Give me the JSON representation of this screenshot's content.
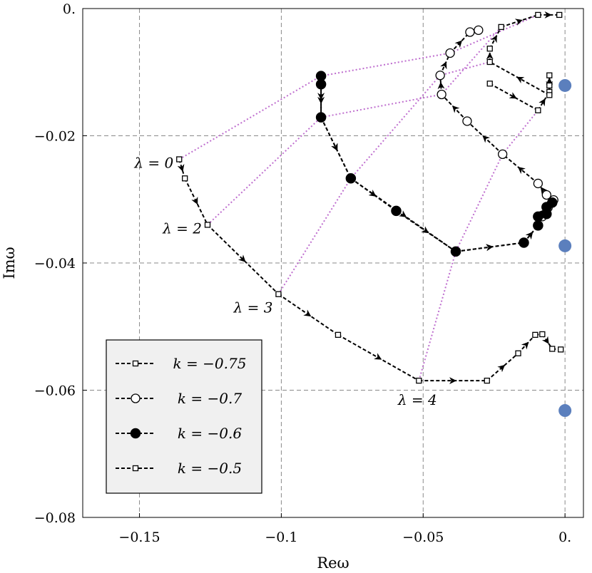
{
  "chart_data": {
    "type": "scatter",
    "xlabel": "Reω",
    "ylabel": "Imω",
    "xlim": [
      -0.17,
      0.0065
    ],
    "ylim": [
      -0.08,
      0.0
    ],
    "x_ticks": [
      -0.15,
      -0.1,
      -0.05,
      0.0
    ],
    "x_tick_labels": [
      "−0.15",
      "−0.1",
      "−0.05",
      "0."
    ],
    "y_ticks": [
      0.0,
      -0.02,
      -0.04,
      -0.06,
      -0.08
    ],
    "y_tick_labels": [
      "0.",
      "−0.02",
      "−0.04",
      "−0.06",
      "−0.08"
    ],
    "grid": true,
    "legend_position": "bottom-left",
    "colors": {
      "curve": "#000000",
      "connector": "#bf6fcf",
      "reference": "#5b7fbd",
      "legend_bg": "#f0f0f0"
    },
    "series": [
      {
        "name": "k = −0.75",
        "marker": "square-open",
        "points": [
          [
            -0.136,
            -0.0237
          ],
          [
            -0.134,
            -0.0267
          ],
          [
            -0.126,
            -0.034
          ],
          [
            -0.101,
            -0.0449
          ],
          [
            -0.08,
            -0.0513
          ],
          [
            -0.0515,
            -0.0585
          ],
          [
            -0.0275,
            -0.0585
          ],
          [
            -0.0165,
            -0.0542
          ],
          [
            -0.0105,
            -0.0513
          ],
          [
            -0.008,
            -0.0512
          ],
          [
            -0.0045,
            -0.0535
          ],
          [
            -0.0015,
            -0.0536
          ]
        ]
      },
      {
        "name": "k = −0.7",
        "marker": "circle-open",
        "points": [
          [
            -0.086,
            -0.0106
          ],
          [
            -0.086,
            -0.0171
          ],
          [
            -0.0755,
            -0.0267
          ],
          [
            -0.0385,
            -0.0382
          ],
          [
            -0.0145,
            -0.0368
          ],
          [
            -0.0095,
            -0.0341
          ],
          [
            -0.008,
            -0.0327
          ],
          [
            -0.006,
            -0.0313
          ],
          [
            -0.004,
            -0.0301
          ],
          [
            -0.0065,
            -0.0293
          ],
          [
            -0.0095,
            -0.0275
          ],
          [
            -0.022,
            -0.0229
          ],
          [
            -0.0345,
            -0.0177
          ],
          [
            -0.0435,
            -0.0135
          ],
          [
            -0.044,
            -0.0105
          ],
          [
            -0.0405,
            -0.007
          ],
          [
            -0.0335,
            -0.0037
          ],
          [
            -0.0305,
            -0.0034
          ]
        ]
      },
      {
        "name": "k = −0.6",
        "marker": "circle-filled",
        "points": [
          [
            -0.086,
            -0.0106
          ],
          [
            -0.086,
            -0.0119
          ],
          [
            -0.086,
            -0.0171
          ],
          [
            -0.0755,
            -0.0267
          ],
          [
            -0.0595,
            -0.0318
          ],
          [
            -0.0385,
            -0.0382
          ],
          [
            -0.0145,
            -0.0368
          ],
          [
            -0.0095,
            -0.0341
          ],
          [
            -0.0095,
            -0.0327
          ],
          [
            -0.0065,
            -0.0312
          ],
          [
            -0.0065,
            -0.0323
          ],
          [
            -0.0045,
            -0.0305
          ]
        ]
      },
      {
        "name": "k = −0.5",
        "marker": "square-open",
        "points": [
          [
            -0.0265,
            -0.0118
          ],
          [
            -0.0095,
            -0.016
          ],
          [
            -0.0055,
            -0.0131
          ],
          [
            -0.0055,
            -0.0121
          ],
          [
            -0.0055,
            -0.0105
          ],
          [
            -0.0055,
            -0.0136
          ],
          [
            -0.0265,
            -0.0084
          ],
          [
            -0.0265,
            -0.0063
          ],
          [
            -0.0225,
            -0.0029
          ],
          [
            -0.0095,
            -0.001
          ],
          [
            -0.002,
            -0.001
          ]
        ]
      }
    ],
    "lambda_labels": [
      {
        "text": "λ = 0",
        "x": -0.136,
        "y": -0.0237
      },
      {
        "text": "λ = 2",
        "x": -0.126,
        "y": -0.034
      },
      {
        "text": "λ = 3",
        "x": -0.101,
        "y": -0.0449
      },
      {
        "text": "λ = 4",
        "x": -0.0515,
        "y": -0.0585
      }
    ],
    "connectors": [
      [
        [
          -0.136,
          -0.0237
        ],
        [
          -0.086,
          -0.0106
        ],
        [
          -0.0405,
          -0.007
        ],
        [
          -0.0095,
          -0.001
        ]
      ],
      [
        [
          -0.126,
          -0.034
        ],
        [
          -0.086,
          -0.0171
        ],
        [
          -0.0435,
          -0.0135
        ],
        [
          -0.0225,
          -0.0029
        ]
      ],
      [
        [
          -0.101,
          -0.0449
        ],
        [
          -0.0755,
          -0.0267
        ],
        [
          -0.044,
          -0.0105
        ],
        [
          -0.0265,
          -0.0084
        ]
      ],
      [
        [
          -0.0515,
          -0.0585
        ],
        [
          -0.0385,
          -0.0382
        ],
        [
          -0.022,
          -0.0229
        ],
        [
          -0.0095,
          -0.016
        ]
      ]
    ],
    "reference_points": [
      [
        0.0,
        -0.0121
      ],
      [
        0.0,
        -0.0373
      ],
      [
        0.0,
        -0.0632
      ]
    ]
  }
}
